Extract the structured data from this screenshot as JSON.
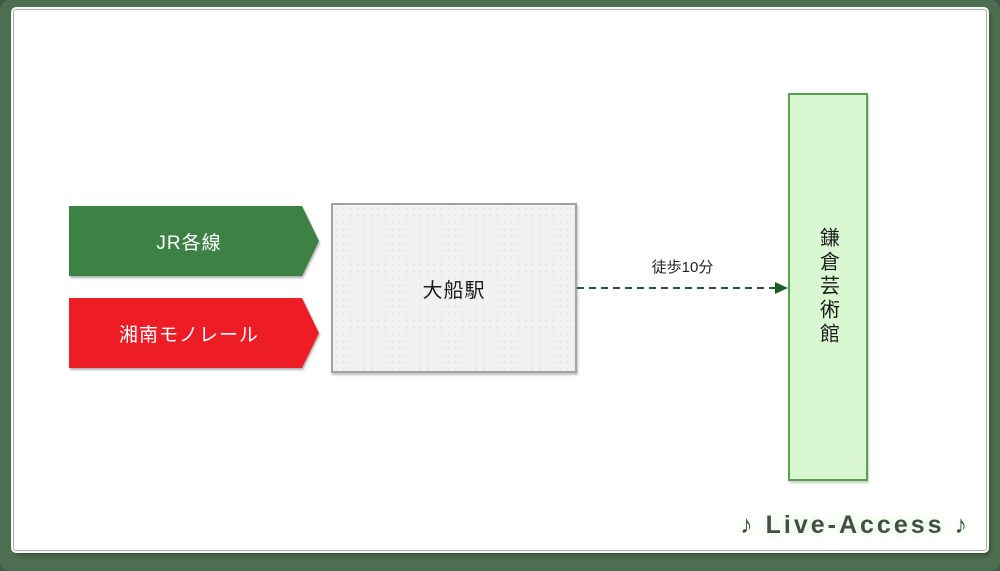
{
  "canvas": {
    "frame_color": "#4e6e51",
    "card_color": "#ffffff"
  },
  "routes": [
    {
      "label": "JR各線",
      "color": "#3e8145",
      "text_color": "#ffffff"
    },
    {
      "label": "湘南モノレール",
      "color": "#ee1c24",
      "text_color": "#ffffff"
    }
  ],
  "station": {
    "label": "大船駅",
    "fill": "#f2f2f0",
    "border_color": "#a2a2a2"
  },
  "walk": {
    "label": "徒歩10分",
    "arrow_color": "#1e5e2d"
  },
  "venue": {
    "label": "鎌倉芸術館",
    "fill": "#d9f7d1",
    "border_color": "#55a34c"
  },
  "logo": {
    "text": "♪ Live-Access ♪",
    "color": "#41503f",
    "glow_color": "#e4f6e2"
  }
}
